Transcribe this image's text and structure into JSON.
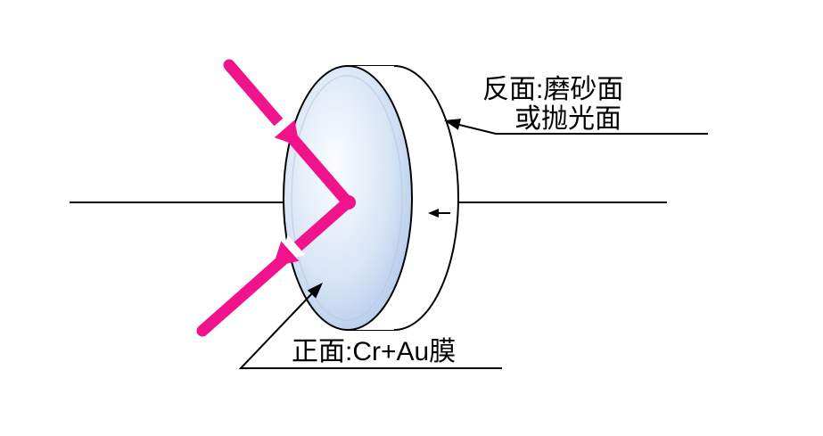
{
  "labels": {
    "back_face_line1": "反面:磨砂面",
    "back_face_line2": "或抛光面",
    "front_face": "正面:Cr+Au膜"
  },
  "colors": {
    "background": "#ffffff",
    "outline": "#000000",
    "ray": "#f1138c",
    "disc_rim_fill": "#ffffff",
    "face_gradient_center": "#fbfdff",
    "face_gradient_mid": "#d8e5f6",
    "face_gradient_edge": "#a6c2e8",
    "face_highlight_ring": "#b9c6d8"
  }
}
